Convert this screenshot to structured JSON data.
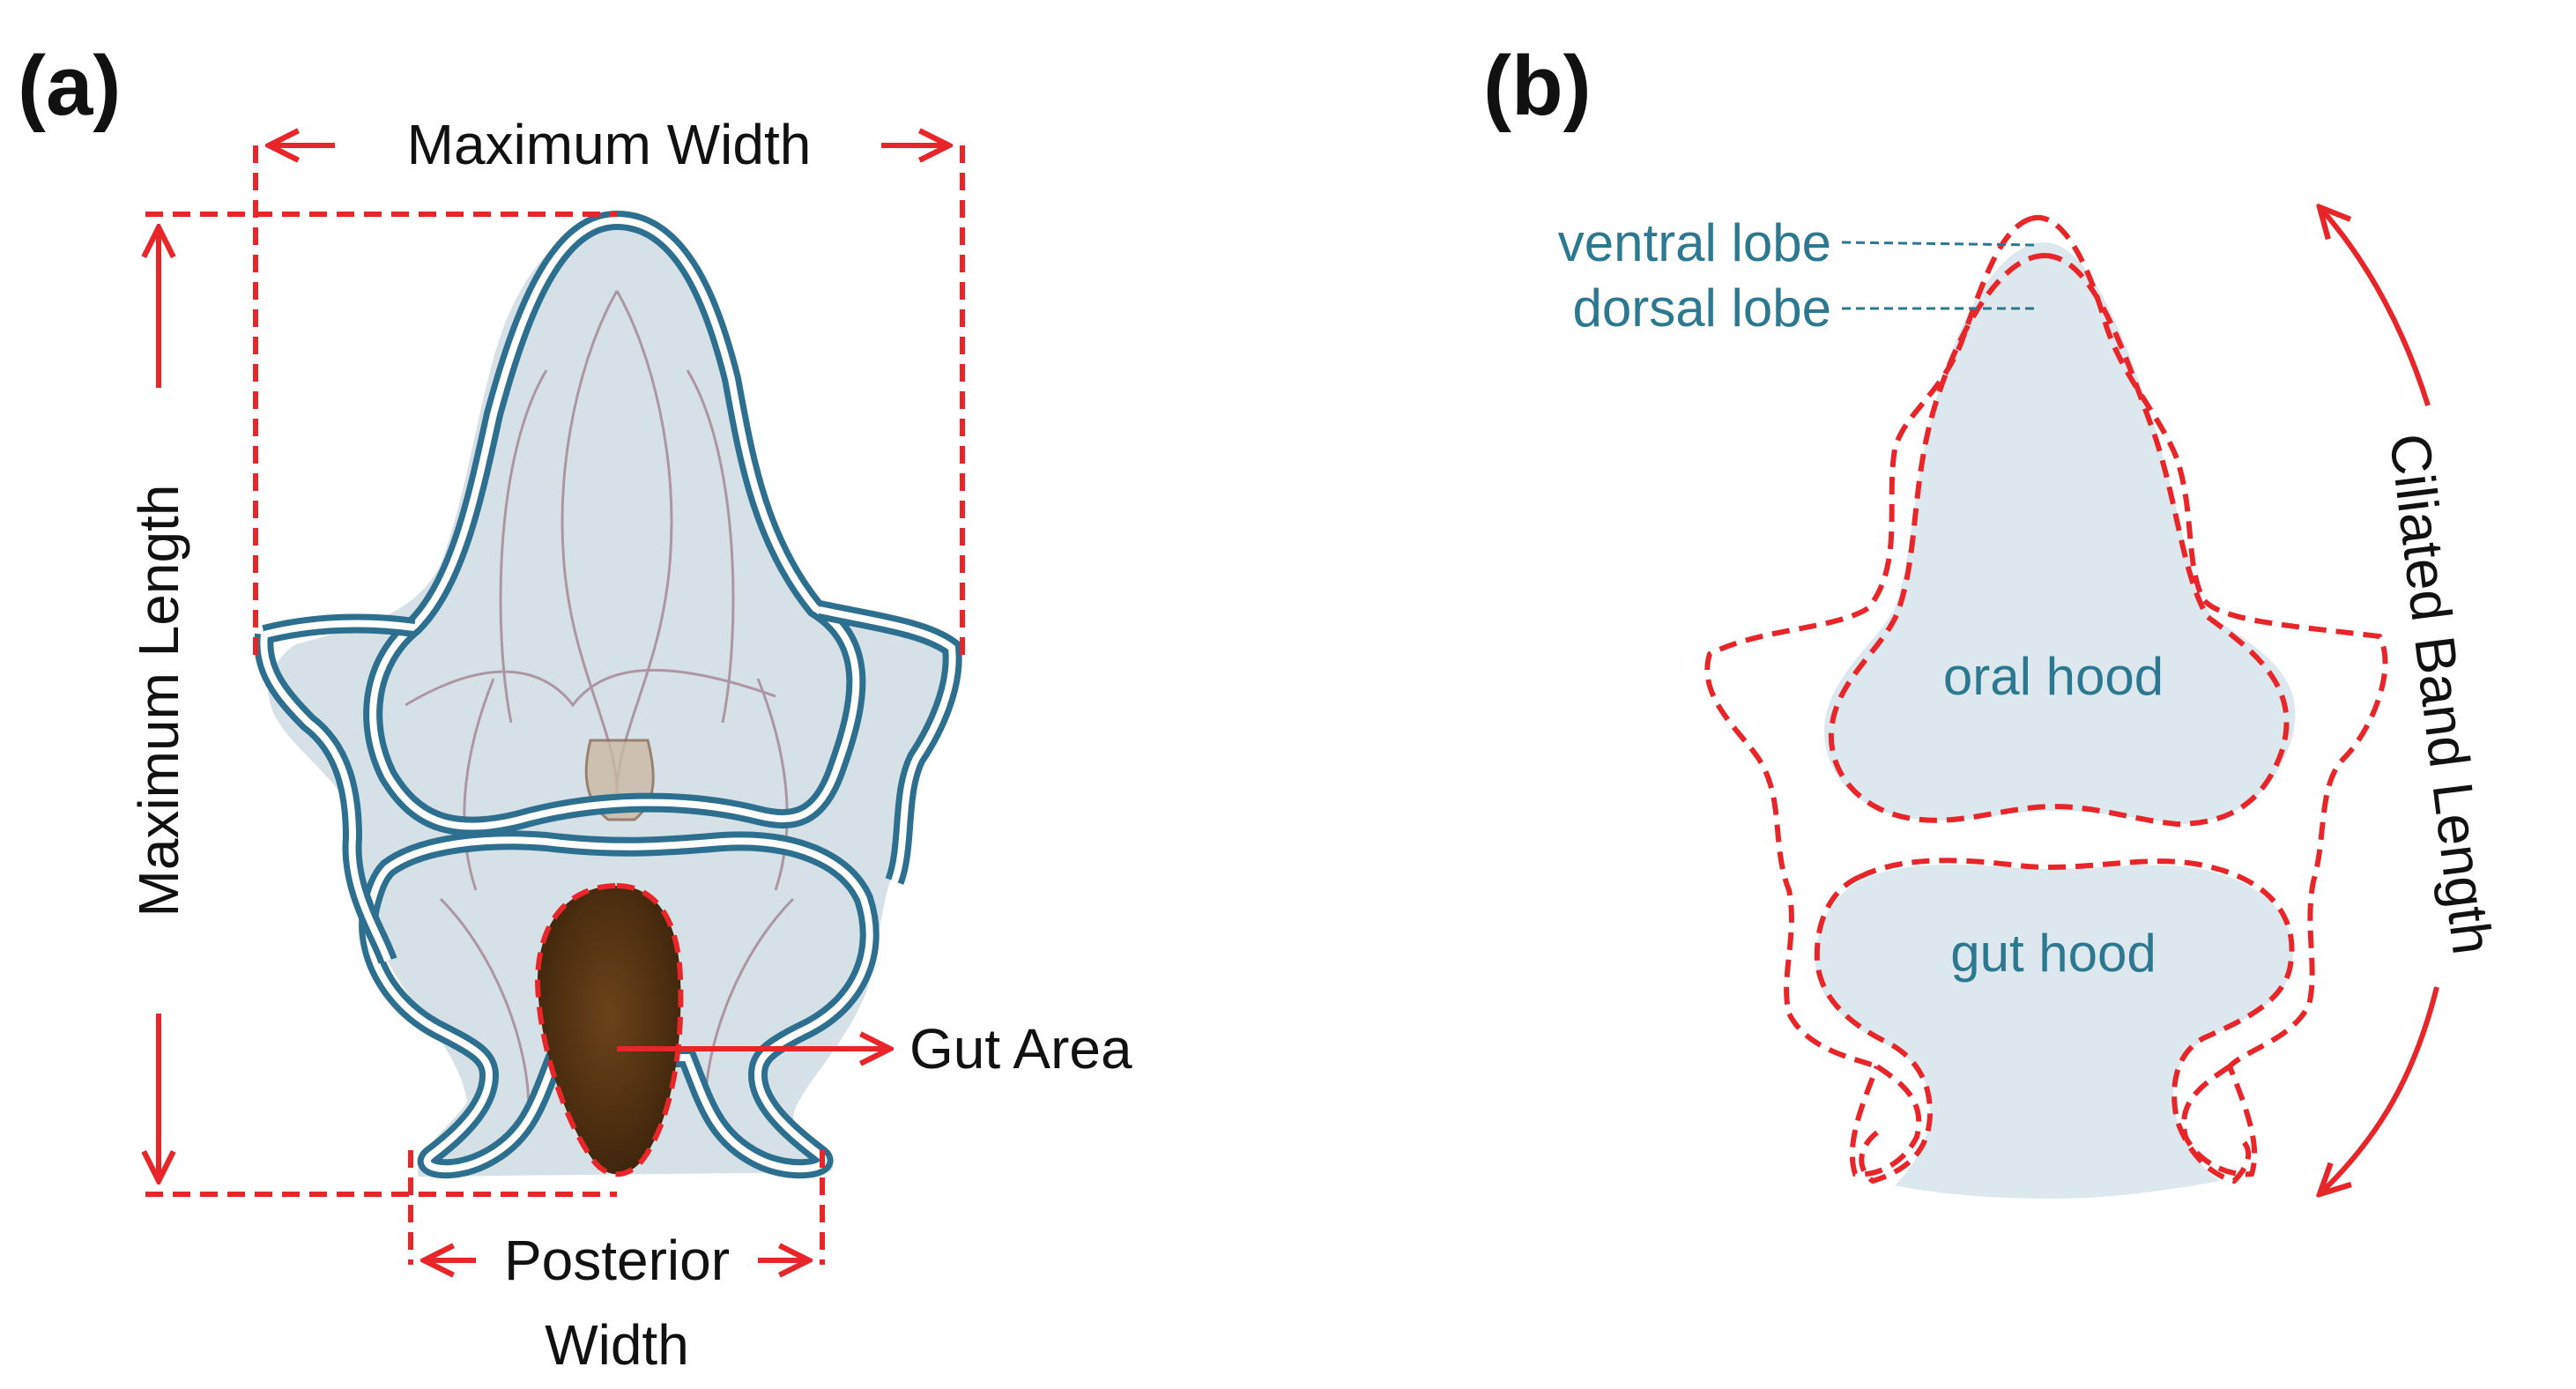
{
  "panel_a": {
    "label": "(a)",
    "max_width": "Maximum Width",
    "max_length": "Maximum Length",
    "gut_area": "Gut Area",
    "posterior_width_line1": "Posterior",
    "posterior_width_line2": "Width"
  },
  "panel_b": {
    "label": "(b)",
    "ventral_lobe": "ventral lobe",
    "dorsal_lobe": "dorsal lobe",
    "oral_hood": "oral hood",
    "gut_hood": "gut hood",
    "ciliated_band_length": "Ciliated Band Length"
  },
  "colors": {
    "red": "#e8262a",
    "teal": "#2d7891",
    "outline_blue": "#2c6f8e",
    "fill_light": "#dce8ee",
    "gut_brown": "#5a3714"
  }
}
